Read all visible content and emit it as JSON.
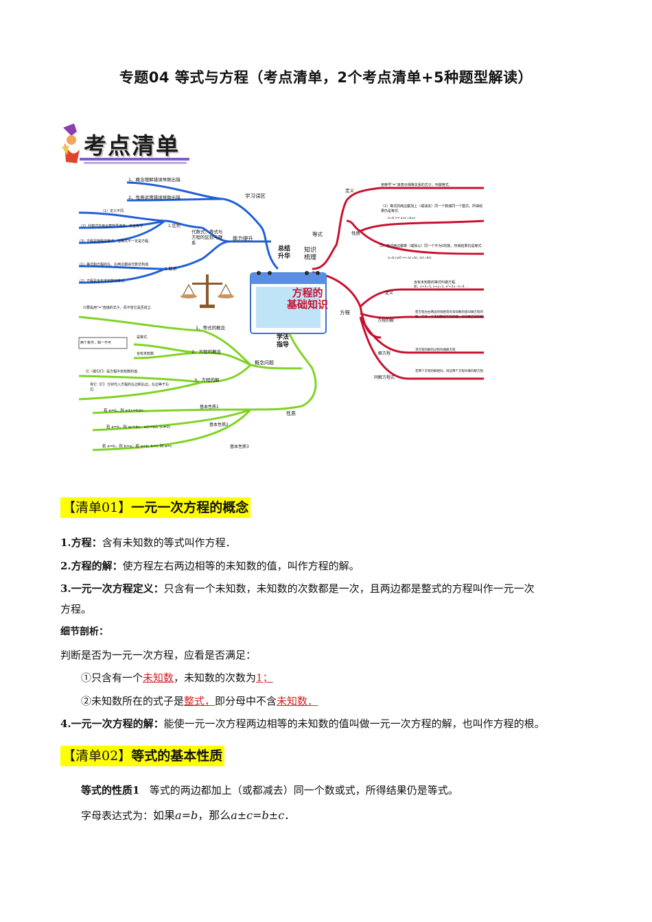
{
  "title": "专题04  等式与方程（考点清单，2个考点清单+5种题型解读）",
  "banner": {
    "text": "考点清单"
  },
  "mindmap": {
    "center": {
      "line1": "方程的",
      "line2": "基础知识"
    },
    "branches": {
      "top_left": "总结升华",
      "top_right": "知识梳理",
      "bottom": "学法指导"
    },
    "error_zone": {
      "label": "学习误区",
      "items": [
        "1、概念理解错误导致出错.",
        "2、性质运用错误导致出错."
      ]
    },
    "ability": {
      "label": "能力提升",
      "node": "代数式、等式与方程的区别与联系",
      "distinction_label": "1.区别",
      "distinctions": [
        "（1）定义不同.",
        "（2）代数式仅用运算符号连接，不含等号.",
        "（3）方程是特殊的等式，但等式不一定是方程."
      ],
      "relation_label": "2.联系",
      "relations": [
        "（1）等式和方程的左、右两边都由代数式构成.",
        "（2）方程是含有未知数的等式."
      ]
    },
    "equality": {
      "label": "等式",
      "def_label": "定义",
      "def_text": "用等号\"=\"来表示相等关系的式子，叫做等式.",
      "prop_label": "性质",
      "prop1": "（1）等式的两边都加上（或减去）同一个数或同一个整式，所得结果仍是等式.",
      "prop1_formula": "a=b ⟺ a±c=b±c",
      "prop2": "（2）等式两边都乘（或除以）同一个不为0的数，所得结果仍是等式.",
      "prop2_formula": "a=b,c≠0 ⟺ ac=bc, a/c=b/c"
    },
    "equation": {
      "label": "方程",
      "def_label": "定义",
      "def_text": "含有未知数的等式叫做方程.",
      "def_example": "如，x+3=5, x+y=1, x²+2x−3=0, …",
      "sol_label": "方程的解",
      "sol_text": "使方程左右两边的值相等的未知数的值叫做方程的解，只有一个未知数的方程的解，也叫做方程的根.",
      "solve_label": "解方程",
      "solve_text": "求方程的解的过程叫做解方程.",
      "same_label": "同解方程式",
      "same_text": "若两个方程的解相同，则这两个方程叫做同解方程."
    },
    "concept": {
      "label": "概念问题",
      "eq_concept": "1、等式的概念",
      "eq_concept_note": "只要是用\"=\"连接的式子，而不管它是否成立.",
      "eqn_concept": "2、方程的概念",
      "eqn_cond_box": "两个条件，缺一不可",
      "eqn_cond1": "是等式.",
      "eqn_cond2": "含有未知数.",
      "eqn_sol": "3、方程的解",
      "eqn_sol_note1": "它（或它们）是方程中未知数的值.",
      "eqn_sol_note2": "将它（们）分别代入方程的左边和右边，左边等于右边."
    },
    "properties": {
      "label": "性质",
      "p1_label": "基本性质1",
      "p1_text": "若 a=b，则 a±c=b±c .",
      "p2_label": "基本性质2",
      "p2_text": "若 a=b，则 ac=bc，a/c=b/c (c≠0) .",
      "p3_label": "基本性质3",
      "p3_text": "若 a=b，则 b=a；若 a=b, b=c 则 a=c ."
    }
  },
  "section1": {
    "tag": "【清单01】",
    "title": "一元一次方程的概念",
    "p1_term": "1.方程：",
    "p1_text": "含有未知数的等式叫作方程．",
    "p2_term": "2.方程的解：",
    "p2_text": "使方程左右两边相等的未知数的值，叫作方程的解。",
    "p3_term": "3.一元一次方程定义：",
    "p3_text": "只含有一个未知数，未知数的次数都是一次，且两边都是整式的方程叫作一元一次",
    "p3_cont": "方程。",
    "detail_title": "细节剖析：",
    "detail_intro": "判断是否为一元一次方程，应看是否满足：",
    "c1_a": "①只含有一个",
    "c1_u1": "未知数",
    "c1_b": "，未知数的次数为",
    "c1_u2": "1；",
    "c2_a": "②未知数所在的式子是",
    "c2_u1": "整式，",
    "c2_b": "即分母中不含",
    "c2_u2": "未知数．",
    "p4_term": "4.一元一次方程的解：",
    "p4_text": "能使一元一次方程两边相等的未知数的值叫做一元一次方程的解，也叫作方程的根。"
  },
  "section2": {
    "tag": "【清单02】",
    "title": "等式的基本性质",
    "prop_term": "等式的性质1",
    "prop_text": "等式的两边都加上（或都减去）同一个数或式，所得结果仍是等式。",
    "formula_label": "字母表达式为：",
    "formula_text": "如果",
    "formula_a": "a=b",
    "formula_mid": "，那么",
    "formula_b": "a±c=b±c",
    "formula_end": "．"
  },
  "colors": {
    "highlight": "#ffff00",
    "red": "#d62020",
    "blue": "#1f5fd6",
    "green": "#7ed321",
    "crimson": "#c8102e"
  }
}
